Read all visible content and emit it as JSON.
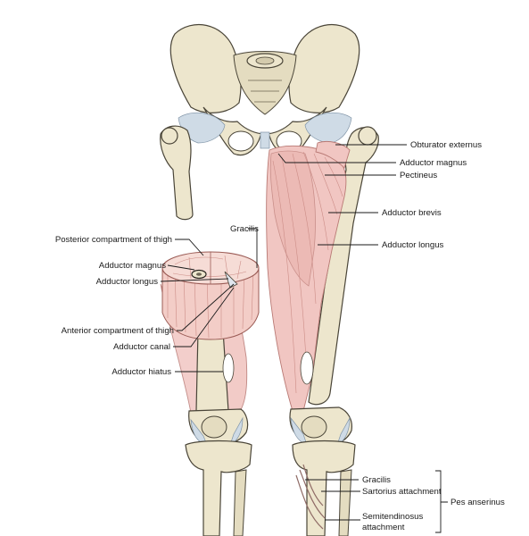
{
  "labels": {
    "obturator_externus": "Obturator externus",
    "adductor_magnus_right": "Adductor magnus",
    "pectineus": "Pectineus",
    "adductor_brevis": "Adductor brevis",
    "adductor_longus_right": "Adductor longus",
    "gracilis_top": "Gracilis",
    "posterior_compartment": "Posterior compartment of thigh",
    "adductor_magnus_left": "Adductor magnus",
    "adductor_longus_left": "Adductor longus",
    "anterior_compartment": "Anterior compartment of thigh",
    "adductor_canal": "Adductor canal",
    "adductor_hiatus": "Adductor hiatus",
    "gracilis_bottom": "Gracilis",
    "sartorius_attachment": "Sartorius attachment",
    "semitendinosus_line1": "Semitendinosus",
    "semitendinosus_line2": "attachment",
    "pes_anserinus": "Pes anserinus"
  },
  "colors": {
    "muscle": "#f1c6c2",
    "bone": "#ede6cd",
    "ligament": "#cfdbe6"
  }
}
